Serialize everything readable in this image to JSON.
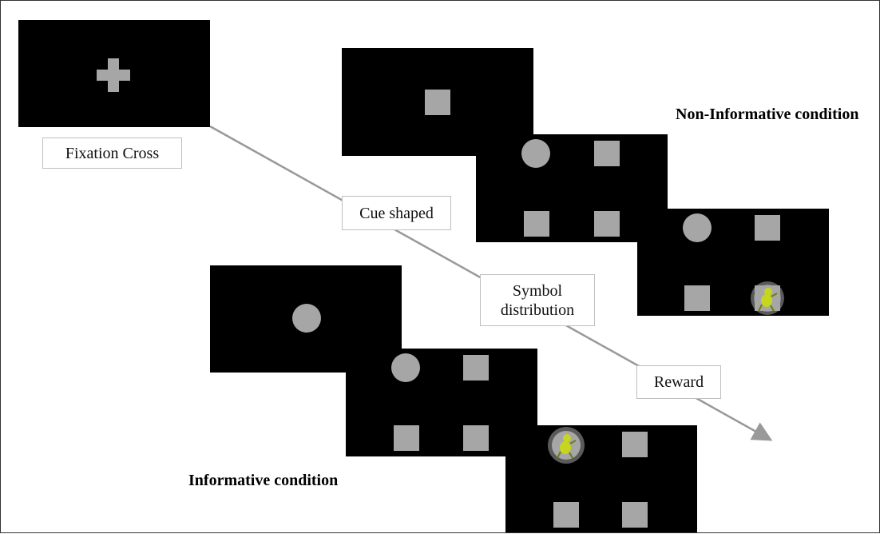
{
  "labels": {
    "fixation": "Fixation Cross",
    "cue": "Cue shaped",
    "symbol": "Symbol distribution",
    "reward": "Reward"
  },
  "conditions": {
    "non_informative": "Non-Informative condition",
    "informative": "Informative condition"
  },
  "colors": {
    "screen": "#000000",
    "stimulus": "#a6a6a6",
    "arrow": "#999999",
    "reward_glow": "#c8c8c8",
    "reward_figure": "#c6d61e"
  }
}
